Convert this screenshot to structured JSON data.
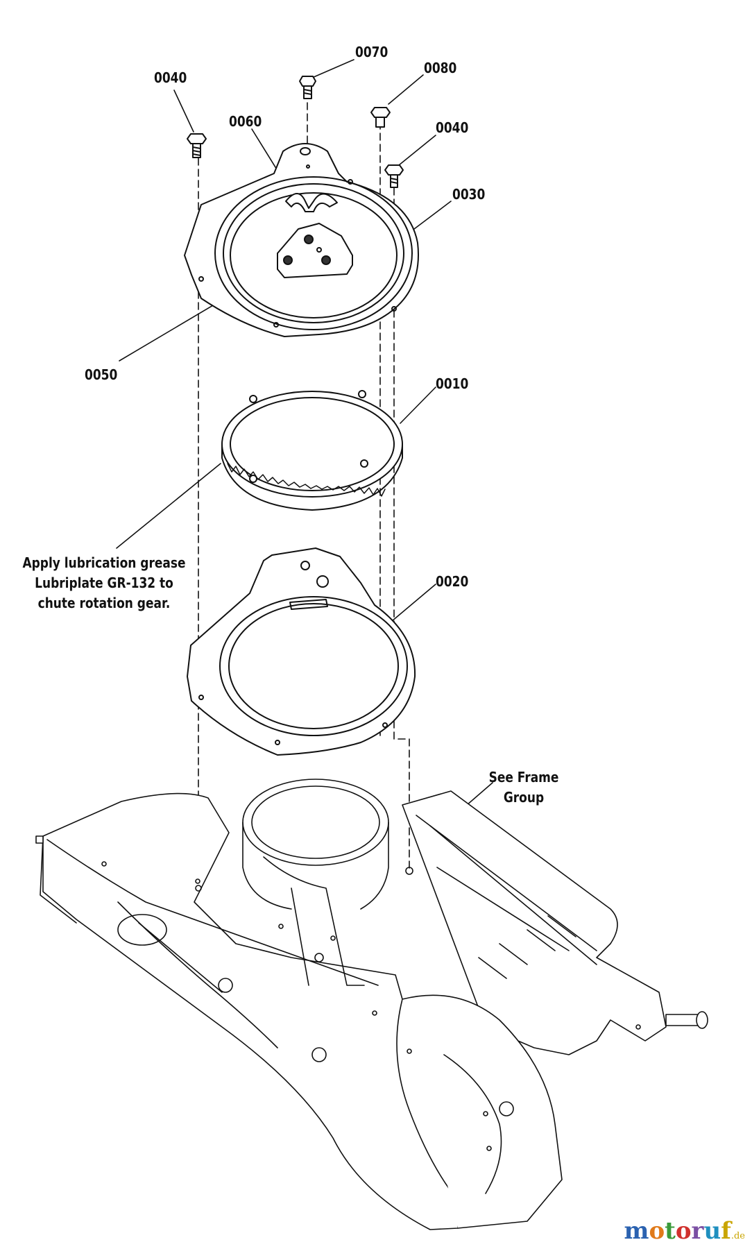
{
  "labels": {
    "p0040a": "0040",
    "p0070": "0070",
    "p0080": "0080",
    "p0060": "0060",
    "p0040b": "0040",
    "p0030": "0030",
    "p0050": "0050",
    "p0010": "0010",
    "p0020": "0020"
  },
  "notes": {
    "grease_line1": "Apply lubrication grease",
    "grease_line2": "Lubriplate GR-132 to",
    "grease_line3": "chute rotation gear.",
    "frame_line1": "See Frame",
    "frame_line2": "Group"
  },
  "watermark": {
    "letters": [
      "m",
      "o",
      "t",
      "o",
      "r",
      "u",
      "f"
    ],
    "colors": [
      "#2b62b0",
      "#e07a1a",
      "#3a9a3a",
      "#d0312d",
      "#7b4fa3",
      "#1f8fbf",
      "#c9a500"
    ],
    "suffix": ".de"
  },
  "icons": {
    "bolts": "hex-bolt-icon",
    "gear": "gear-ring-icon",
    "housing": "auger-housing-icon"
  }
}
